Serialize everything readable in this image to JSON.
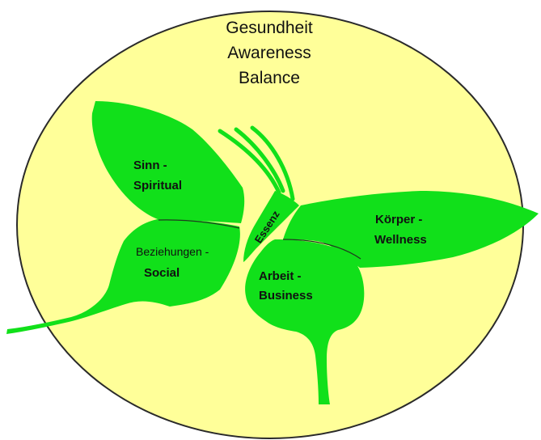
{
  "colors": {
    "circle_fill": "#ffff99",
    "circle_stroke": "#2a2a2a",
    "butterfly_fill": "#11e01a",
    "vein_stroke": "#1f3a1f",
    "text": "#111111"
  },
  "header": {
    "line1": "Gesundheit",
    "line2": "Awareness",
    "line3": "Balance"
  },
  "wings": {
    "upper_left": {
      "line1": "Sinn -",
      "line2": "Spiritual"
    },
    "lower_left": {
      "line1": "Beziehungen -",
      "line2": "Social"
    },
    "right": {
      "line1": "Körper -",
      "line2": "Wellness"
    },
    "lower_right": {
      "line1": "Arbeit -",
      "line2": "Business"
    }
  },
  "body": {
    "label": "Essenz"
  }
}
